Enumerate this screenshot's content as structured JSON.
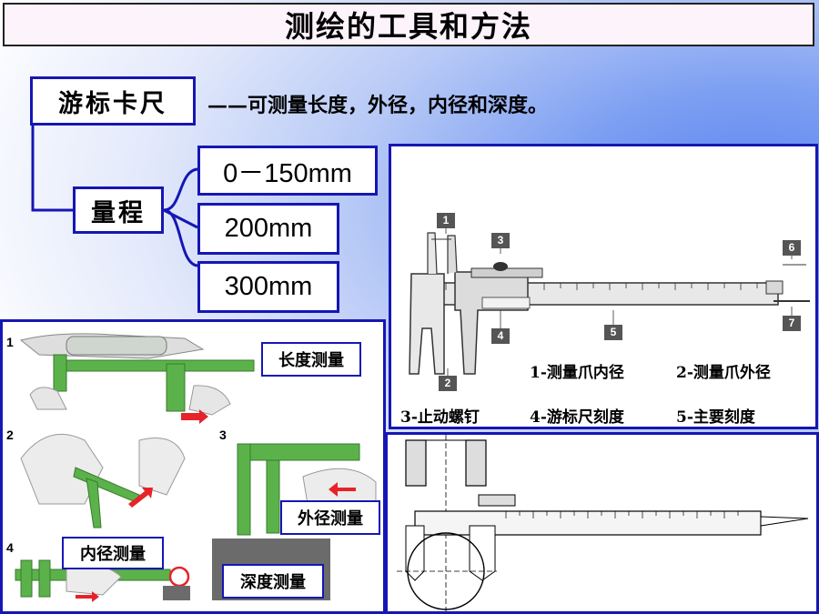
{
  "title": "测绘的工具和方法",
  "tool": {
    "name": "游标卡尺",
    "description": "——可测量长度，外径，内径和深度。"
  },
  "range": {
    "label": "量程",
    "options": [
      "0－150mm",
      "200mm",
      "300mm"
    ]
  },
  "diagram": {
    "callouts": [
      "1",
      "2",
      "3",
      "4",
      "5",
      "6",
      "7"
    ],
    "legend": [
      "1-测量爪内径",
      "2-测量爪外径",
      "3-止动螺钉",
      "4-游标尺刻度",
      "5-主要刻度"
    ]
  },
  "photos": {
    "steps": [
      "1",
      "2",
      "3",
      "4"
    ],
    "labels": {
      "length": "长度测量",
      "outer": "外径测量",
      "inner": "内径测量",
      "depth": "深度测量"
    }
  },
  "colors": {
    "box_border": "#1616b4",
    "title_bg": "#fdf3fb",
    "caliper_green": "#5bb24a",
    "arrow_red": "#e5232a"
  }
}
